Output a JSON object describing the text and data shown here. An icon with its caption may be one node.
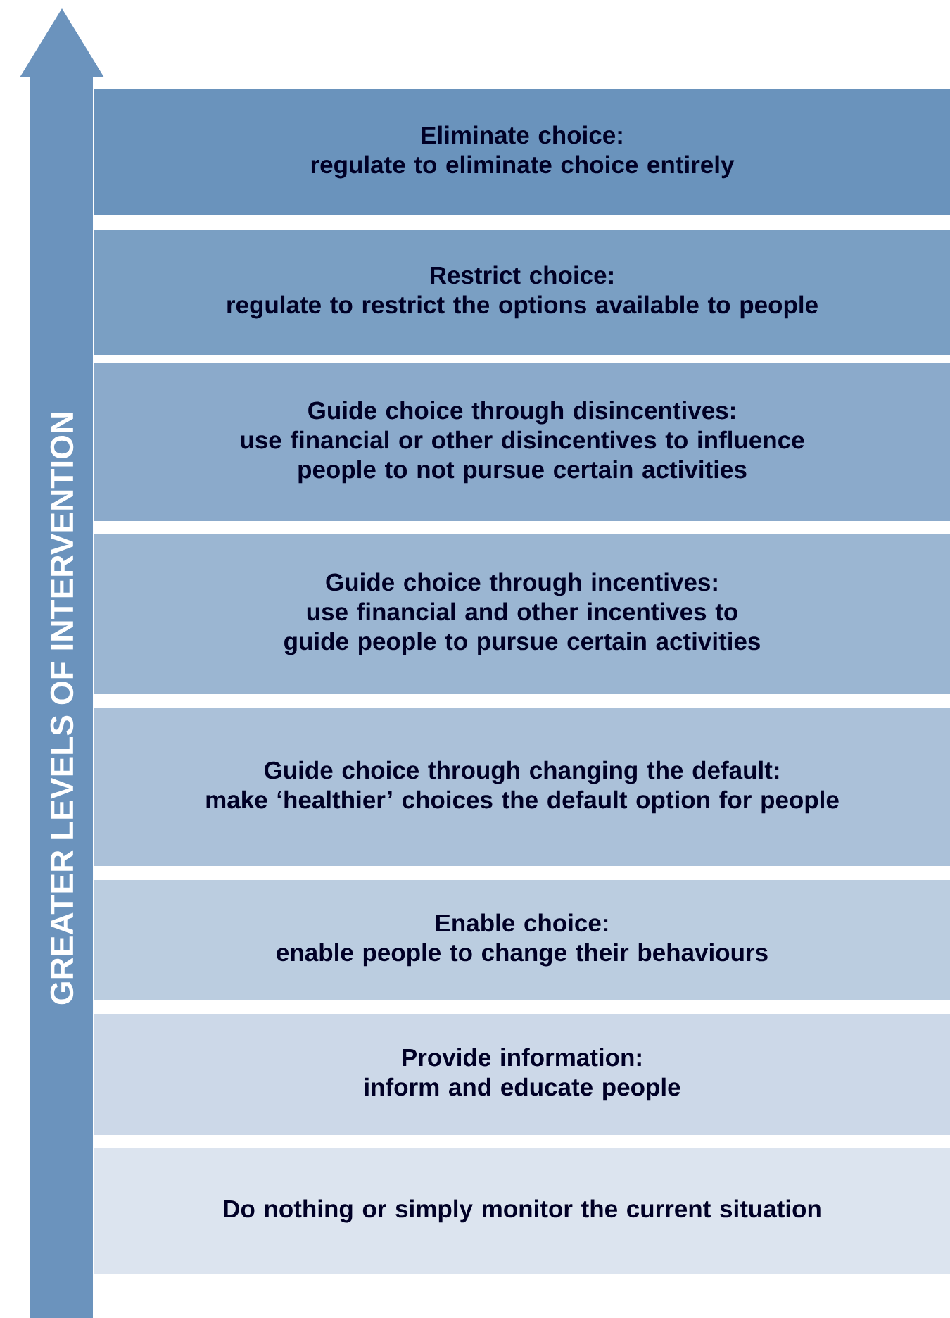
{
  "diagram": {
    "nodes": [
      {
        "text": [
          "Eliminate choice:",
          "regulate to eliminate choice entirely"
        ]
      },
      {
        "text": [
          "Restrict choice:",
          "regulate to restrict the options available to people"
        ]
      },
      {
        "text": [
          "Guide choice through disincentives:",
          "use financial or other disincentives to influence people to not pursue certain activities"
        ]
      },
      {
        "text": [
          "Guide choice through incentives:",
          "use financial and other incentives to guide people to pursue certain activities"
        ]
      },
      {
        "text": [
          "Guide choice through changing the default:",
          "make ‘healthier’ choices the default option for people"
        ]
      },
      {
        "text": [
          "Enable choice:",
          "enable people to change their behaviours"
        ]
      },
      {
        "text": [
          "Provide information:",
          "inform and educate people"
        ]
      },
      {
        "text": [
          "Do nothing or simply monitor the current situation"
        ]
      }
    ],
    "labels": [
      "GREATER LEVELS OF INTERVENTION"
    ]
  }
}
